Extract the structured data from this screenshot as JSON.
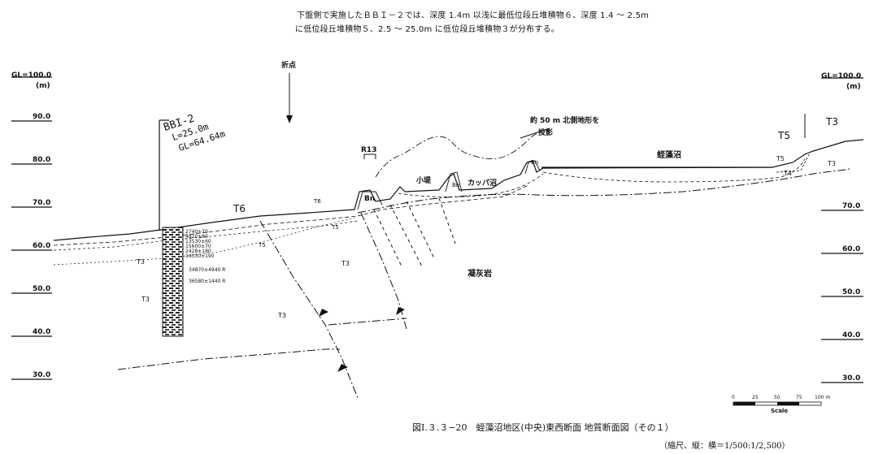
{
  "intro": {
    "line1": "下盤側で実施したＢＢＩ－２では、深度 1.4m 以浅に最低位段丘堆積物６、深度 1.4 ～ 2.5m",
    "line2": "に低位段丘堆積物５、2.5 ～ 25.0m に低位段丘堆積物３が分布する。"
  },
  "left_axis": {
    "title": "GL=100.0",
    "unit": "(m)",
    "ticks": [
      "90.0",
      "80.0",
      "70.0",
      "60.0",
      "50.0",
      "40.0",
      "30.0"
    ]
  },
  "right_axis": {
    "title": "GL=100.0",
    "unit": "(m)",
    "ticks": [
      "70.0",
      "60.0",
      "50.0",
      "40.0",
      "30.0"
    ]
  },
  "bend_point": "折点",
  "borehole": {
    "name": "BBI-2",
    "length": "L=25.0m",
    "gl": "GL=64.64m",
    "dates": [
      "2740±70",
      "4820±80",
      "13530±60",
      "15600±70",
      "2428±180",
      "14330±190"
    ],
    "date_1": "34870±4940  R",
    "date_2": "36580±1440  R"
  },
  "labels": {
    "r13": "R13",
    "t6": "T6",
    "t6_small": "T6",
    "t5_a": "T5",
    "t5_b": "T5",
    "t3_a": "T3",
    "t3_b": "T3",
    "t3_c": "T3",
    "t3_d": "T3",
    "bn_1": "Bn",
    "bn_2": "Bn",
    "bn_3": "Bn",
    "kotsutsumi": "小堤",
    "kappa": "カッパ沼",
    "north_terrain_1": "約 50 m 北側地形を",
    "north_terrain_2": "投影",
    "ebimo": "蛭藻沼",
    "tuff": "凝灰岩",
    "t5_right_big": "T5",
    "t3_right_big": "T3",
    "t5_right_small": "T5",
    "t4_right": "T4",
    "t3_right_small": "T3"
  },
  "scale_bar": {
    "ticks": [
      "0",
      "25",
      "50",
      "75",
      "100 m"
    ],
    "label": "Scale"
  },
  "caption": {
    "figure": "図Ⅰ.３.３−20　蛭藻沼地区(中央)東西断面 地質断面図（その１）",
    "scale": "（縮尺、縦：横＝1/500:1/2,500）"
  }
}
